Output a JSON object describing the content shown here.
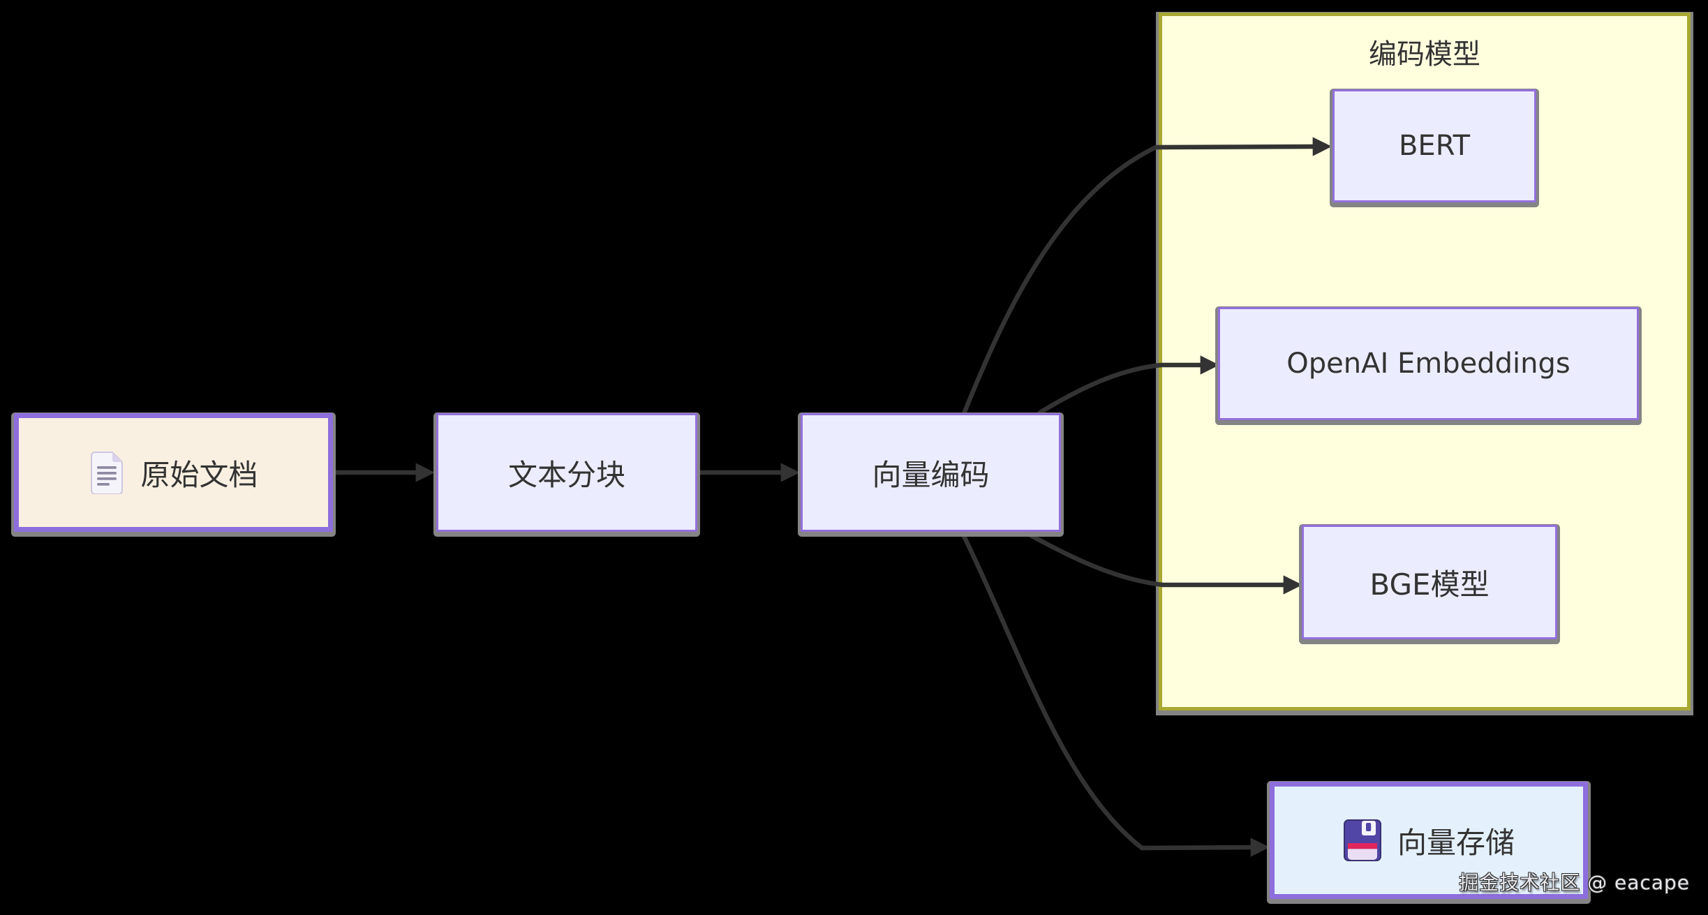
{
  "diagram": {
    "type": "flowchart",
    "background_color": "#000000",
    "colors": {
      "node_fill_default": "#ececff",
      "node_border_default": "#9370db",
      "node_fill_document": "#faf0e1",
      "node_fill_storage": "#e4f1fd",
      "node_border_styled": "#8d6edc",
      "container_fill": "#ffffde",
      "container_border": "#a8a832",
      "edge_color": "#333333",
      "text_color": "#333333",
      "shadow_color": "#848484"
    },
    "nodes": {
      "doc": {
        "label": "原始文档",
        "icon": "document-icon"
      },
      "chunk": {
        "label": "文本分块"
      },
      "encode": {
        "label": "向量编码"
      },
      "bert": {
        "label": "BERT"
      },
      "openai": {
        "label": "OpenAI Embeddings"
      },
      "bge": {
        "label": "BGE模型"
      },
      "store": {
        "label": "向量存储",
        "icon": "floppy-disk-icon"
      }
    },
    "container": {
      "title": "编码模型"
    },
    "edges": [
      {
        "from": "原始文档",
        "to": "文本分块"
      },
      {
        "from": "文本分块",
        "to": "向量编码"
      },
      {
        "from": "向量编码",
        "to": "BERT"
      },
      {
        "from": "向量编码",
        "to": "OpenAI Embeddings"
      },
      {
        "from": "向量编码",
        "to": "BGE模型"
      },
      {
        "from": "向量编码",
        "to": "向量存储"
      }
    ],
    "watermark": {
      "text": "掘金技术社区 @ eacape"
    }
  }
}
